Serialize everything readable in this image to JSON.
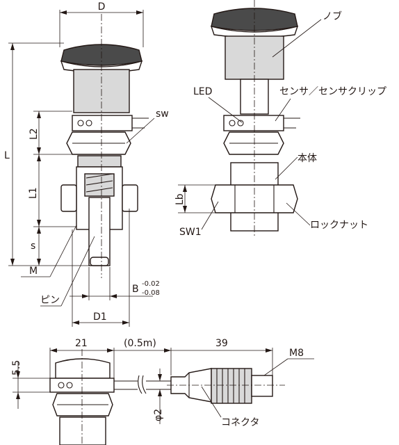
{
  "labels": {
    "D": "D",
    "L": "L",
    "L2": "L2",
    "L1": "L1",
    "S": "s",
    "M": "M",
    "pin": "ピン",
    "B": "B",
    "B_tol_upper": "-0.02",
    "B_tol_lower": "-0.08",
    "D1": "D1",
    "sw": "sw",
    "knob": "ノブ",
    "led": "LED",
    "sensor": "センサ／センサクリップ",
    "main_body": "本体",
    "lock_nut": "ロックナット",
    "lb": "Lb",
    "sw1": "SW1",
    "dim_21": "21",
    "dim_cable": "(0.5m)",
    "dim_39": "39",
    "dim_m8": "M8",
    "dim_5_5": "5.5",
    "dim_phi2": "φ2",
    "connector": "コネクタ"
  }
}
